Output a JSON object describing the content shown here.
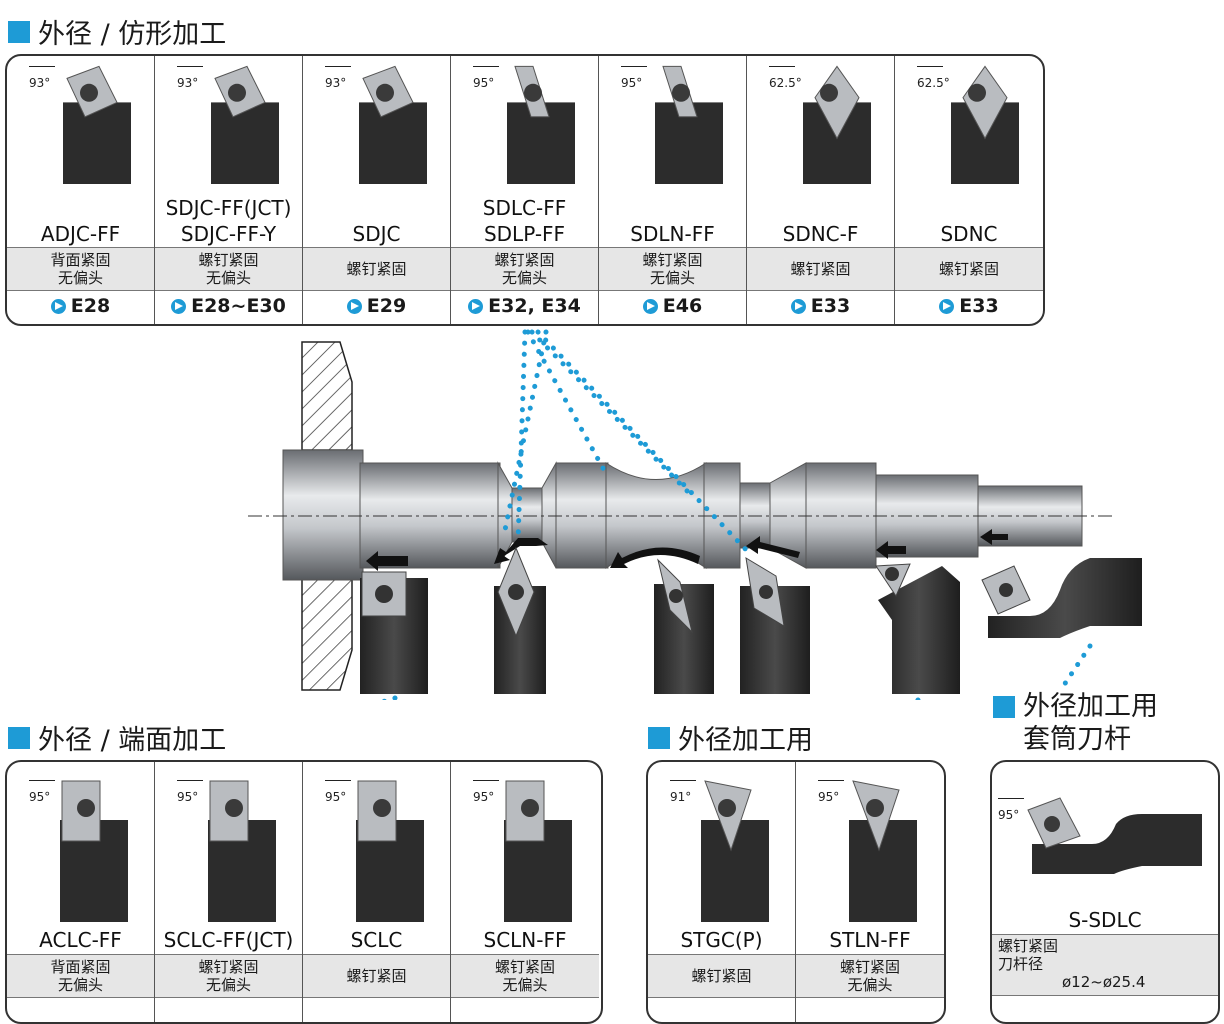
{
  "sections": {
    "top": "外径 / 仿形加工",
    "face": "外径 / 端面加工",
    "od": "外径加工用",
    "sleeve_line1": "外径加工用",
    "sleeve_line2": "套筒刀杆"
  },
  "top_tools": [
    {
      "angle": "93°",
      "model1": "",
      "model2": "ADJC-FF",
      "clamp1": "背面紧固",
      "clamp2": "无偏头",
      "ref": "E28"
    },
    {
      "angle": "93°",
      "model1": "SDJC-FF(JCT)",
      "model2": "SDJC-FF-Y",
      "clamp1": "螺钉紧固",
      "clamp2": "无偏头",
      "ref": "E28~E30"
    },
    {
      "angle": "93°",
      "model1": "",
      "model2": "SDJC",
      "clamp1": "螺钉紧固",
      "clamp2": "",
      "ref": "E29"
    },
    {
      "angle": "95°",
      "model1": "SDLC-FF",
      "model2": "SDLP-FF",
      "clamp1": "螺钉紧固",
      "clamp2": "无偏头",
      "ref": "E32, E34"
    },
    {
      "angle": "95°",
      "model1": "",
      "model2": "SDLN-FF",
      "clamp1": "螺钉紧固",
      "clamp2": "无偏头",
      "ref": "E46"
    },
    {
      "angle": "62.5°",
      "model1": "",
      "model2": "SDNC-F",
      "clamp1": "螺钉紧固",
      "clamp2": "",
      "ref": "E33"
    },
    {
      "angle": "62.5°",
      "model1": "",
      "model2": "SDNC",
      "clamp1": "螺钉紧固",
      "clamp2": "",
      "ref": "E33"
    }
  ],
  "face_tools": [
    {
      "angle": "95°",
      "model": "ACLC-FF",
      "clamp1": "背面紧固",
      "clamp2": "无偏头"
    },
    {
      "angle": "95°",
      "model": "SCLC-FF(JCT)",
      "clamp1": "螺钉紧固",
      "clamp2": "无偏头"
    },
    {
      "angle": "95°",
      "model": "SCLC",
      "clamp1": "螺钉紧固",
      "clamp2": ""
    },
    {
      "angle": "95°",
      "model": "SCLN-FF",
      "clamp1": "螺钉紧固",
      "clamp2": "无偏头"
    }
  ],
  "od_tools": [
    {
      "angle": "91°",
      "model": "STGC(P)",
      "clamp1": "螺钉紧固",
      "clamp2": ""
    },
    {
      "angle": "95°",
      "model": "STLN-FF",
      "clamp1": "螺钉紧固",
      "clamp2": "无偏头"
    }
  ],
  "sleeve_tool": {
    "angle": "95°",
    "model": "S-SDLC",
    "clamp": "螺钉紧固",
    "shank_label": "刀杆径",
    "shank_range": "ø12~ø25.4"
  },
  "colors": {
    "accent": "#1e9bd6",
    "clamp_bg": "#e6e6e6",
    "holder": "#2c2c2c",
    "insert": "#b9bcc0"
  }
}
